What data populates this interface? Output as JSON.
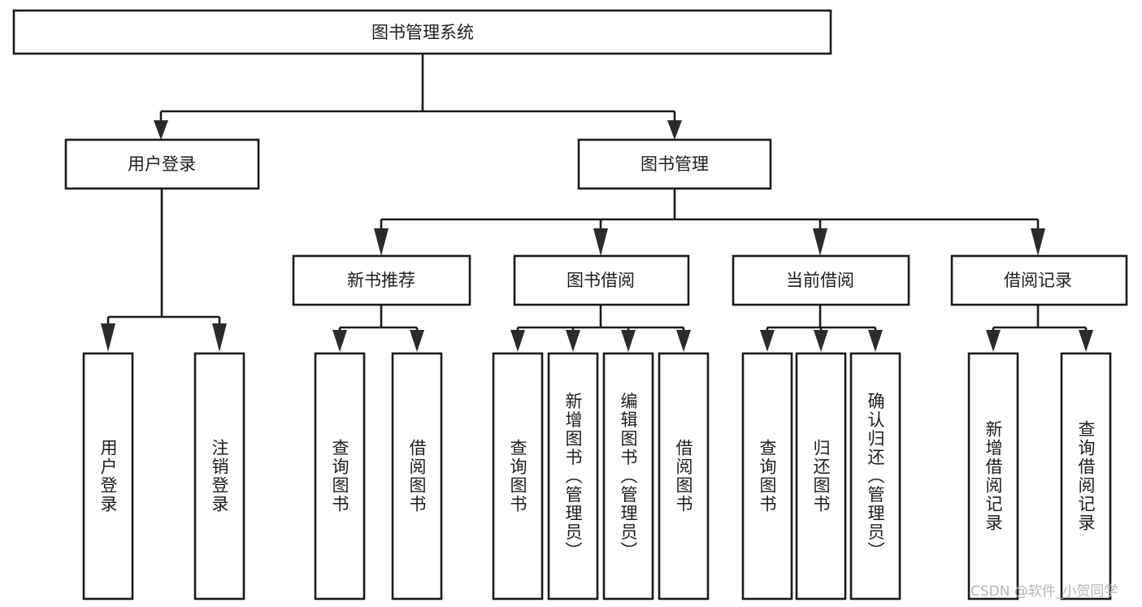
{
  "diagram": {
    "title": "图书管理系统",
    "type": "tree",
    "orientation": "top-down",
    "root": {
      "label": "图书管理系统",
      "id": "root"
    },
    "level1": [
      {
        "id": "user-login",
        "label": "用户登录"
      },
      {
        "id": "book-manage",
        "label": "图书管理"
      }
    ],
    "level2": [
      {
        "id": "new-book-recommend",
        "label": "新书推荐",
        "parent": "book-manage"
      },
      {
        "id": "book-borrow",
        "label": "图书借阅",
        "parent": "book-manage"
      },
      {
        "id": "current-borrow",
        "label": "当前借阅",
        "parent": "book-manage"
      },
      {
        "id": "borrow-record",
        "label": "借阅记录",
        "parent": "book-manage"
      }
    ],
    "leaves": {
      "user-login": [
        {
          "id": "leaf-user-login",
          "label": "用户登录"
        },
        {
          "id": "leaf-user-logout",
          "label": "注销登录"
        }
      ],
      "new-book-recommend": [
        {
          "id": "leaf-query-book-1",
          "label": "查询图书"
        },
        {
          "id": "leaf-borrow-book-1",
          "label": "借阅图书"
        }
      ],
      "book-borrow": [
        {
          "id": "leaf-query-book-2",
          "label": "查询图书"
        },
        {
          "id": "leaf-add-book",
          "label": "新增图书（管理员）"
        },
        {
          "id": "leaf-edit-book",
          "label": "编辑图书（管理员）"
        },
        {
          "id": "leaf-borrow-book-2",
          "label": "借阅图书"
        }
      ],
      "current-borrow": [
        {
          "id": "leaf-query-book-3",
          "label": "查询图书"
        },
        {
          "id": "leaf-return-book",
          "label": "归还图书"
        },
        {
          "id": "leaf-confirm-return",
          "label": "确认归还（管理员）"
        }
      ],
      "borrow-record": [
        {
          "id": "leaf-add-record",
          "label": "新增借阅记录"
        },
        {
          "id": "leaf-query-record",
          "label": "查询借阅记录"
        }
      ]
    },
    "colors": {
      "stroke": "#1a1a1a",
      "fill": "#ffffff",
      "text": "#1d1d1d",
      "watermark": "#b4b4b4"
    }
  },
  "watermark": {
    "text": "CSDN @软件_小贺同学"
  }
}
